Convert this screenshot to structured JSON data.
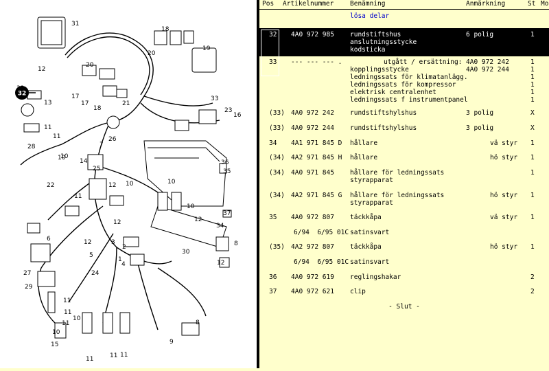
{
  "header": {
    "pos": "Pos",
    "article": "Artikelnummer",
    "name": "Benämning",
    "remark": "Anmärkning",
    "st": "St",
    "mo": "Mo"
  },
  "loose_parts_label": "lösa delar",
  "rows": [
    {
      "pos": "32",
      "article": "4A0 972 985",
      "names": [
        "rundstiftshus",
        "anslutningsstycke",
        "kodsticka"
      ],
      "remarks": [
        "6 polig"
      ],
      "qty": [
        "1"
      ],
      "selected": true
    },
    {
      "pos": "33",
      "article": "--- --- --- .",
      "names": [
        "utgått / ersättning:",
        "kopplingsstycke",
        "ledningssats för klimatanlägg.",
        "ledningssats för kompressor",
        "elektrisk centralenhet",
        "ledningssats f instrumentpanel"
      ],
      "remarks": [
        "4A0 972 242",
        "4A0 972 244"
      ],
      "qty": [
        "1",
        "1",
        "1",
        "1",
        "1",
        "1"
      ],
      "selected": false
    },
    {
      "pos": "(33)",
      "article": "4A0 972 242",
      "names": [
        "rundstiftshylshus"
      ],
      "remarks": [
        "3 polig"
      ],
      "qty": [
        "X"
      ],
      "selected": false
    },
    {
      "pos": "(33)",
      "article": "4A0 972 244",
      "names": [
        "rundstiftshylshus"
      ],
      "remarks": [
        "3 polig"
      ],
      "qty": [
        "X"
      ],
      "selected": false
    },
    {
      "pos": "34",
      "article": "4A1 971 845 D",
      "names": [
        "hållare"
      ],
      "remarks": [
        "vä styr"
      ],
      "qty": [
        "1"
      ],
      "selected": false
    },
    {
      "pos": "(34)",
      "article": "4A2 971 845 H",
      "names": [
        "hållare"
      ],
      "remarks": [
        "hö styr"
      ],
      "qty": [
        "1"
      ],
      "selected": false
    },
    {
      "pos": "(34)",
      "article": "4A0 971 845",
      "names": [
        "hållare för ledningssats",
        "styrapparat"
      ],
      "remarks": [
        ""
      ],
      "qty": [
        "1"
      ],
      "selected": false
    },
    {
      "pos": "(34)",
      "article": "4A2 971 845 G",
      "names": [
        "hållare för ledningssats",
        "styrapparat"
      ],
      "remarks": [
        "hö styr"
      ],
      "qty": [
        "1"
      ],
      "selected": false
    },
    {
      "pos": "35",
      "article": "4A0 972 807",
      "names": [
        "täckkåpa"
      ],
      "remarks": [
        "vä styr"
      ],
      "qty": [
        "1"
      ],
      "selected": false
    },
    {
      "pos": "",
      "article": "6/94  6/95 01C",
      "names": [
        "satinsvart"
      ],
      "remarks": [
        ""
      ],
      "qty": [
        ""
      ],
      "selected": false,
      "indent": true
    },
    {
      "pos": "(35)",
      "article": "4A2 972 807",
      "names": [
        "täckkåpa"
      ],
      "remarks": [
        "hö styr"
      ],
      "qty": [
        "1"
      ],
      "selected": false
    },
    {
      "pos": "",
      "article": "6/94  6/95 01C",
      "names": [
        "satinsvart"
      ],
      "remarks": [
        ""
      ],
      "qty": [
        ""
      ],
      "selected": false,
      "indent": true
    },
    {
      "pos": "36",
      "article": "4A0 972 619",
      "names": [
        "reglingshakar"
      ],
      "remarks": [
        ""
      ],
      "qty": [
        "2"
      ],
      "selected": false
    },
    {
      "pos": "37",
      "article": "4A0 972 621",
      "names": [
        "clip"
      ],
      "remarks": [
        ""
      ],
      "qty": [
        "2"
      ],
      "selected": false
    }
  ],
  "end_label": "- Slut -",
  "diagram_labels": [
    "31",
    "18",
    "19",
    "20",
    "12",
    "20",
    "21",
    "32",
    "13",
    "17",
    "17",
    "18",
    "26",
    "33",
    "23",
    "16",
    "11",
    "11",
    "10",
    "28",
    "7",
    "14",
    "10",
    "36",
    "35",
    "22",
    "12",
    "10",
    "12",
    "10",
    "11",
    "6",
    "12",
    "3",
    "2",
    "4",
    "1",
    "30",
    "34",
    "37",
    "12",
    "8",
    "12",
    "24",
    "27",
    "29",
    "11",
    "11",
    "11",
    "15",
    "10",
    "10",
    "11",
    "11",
    "11",
    "8",
    "9",
    "25",
    "5",
    "10"
  ],
  "highlight_label": "32"
}
